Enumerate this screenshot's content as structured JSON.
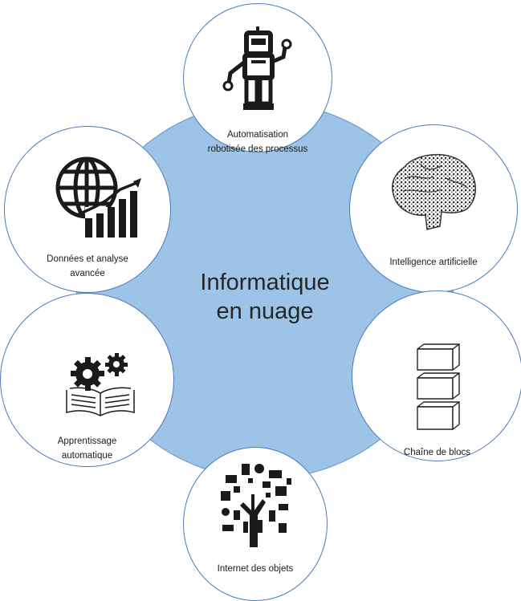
{
  "diagram": {
    "center_title_line1": "Informatique",
    "center_title_line2": "en nuage",
    "nodes": [
      {
        "id": "rpa",
        "label_line1": "Automatisation",
        "label_line2": "robotisée des processus",
        "icon": "robot-icon"
      },
      {
        "id": "ai",
        "label_line1": "Intelligence artificielle",
        "label_line2": "",
        "icon": "brain-icon"
      },
      {
        "id": "blockchain",
        "label_line1": "Chaîne de blocs",
        "label_line2": "",
        "icon": "blocks-icon"
      },
      {
        "id": "iot",
        "label_line1": "Internet des objets",
        "label_line2": "",
        "icon": "iot-tree-icon"
      },
      {
        "id": "ml",
        "label_line1": "Apprentissage",
        "label_line2": "automatique",
        "icon": "gears-book-icon"
      },
      {
        "id": "analytics",
        "label_line1": "Données et analyse",
        "label_line2": "avancée",
        "icon": "globe-chart-icon"
      }
    ]
  },
  "colors": {
    "hub_fill": "#9dc3e6",
    "node_border": "#4a7ab8",
    "node_fill": "#ffffff",
    "icon": "#1a1a1a"
  }
}
